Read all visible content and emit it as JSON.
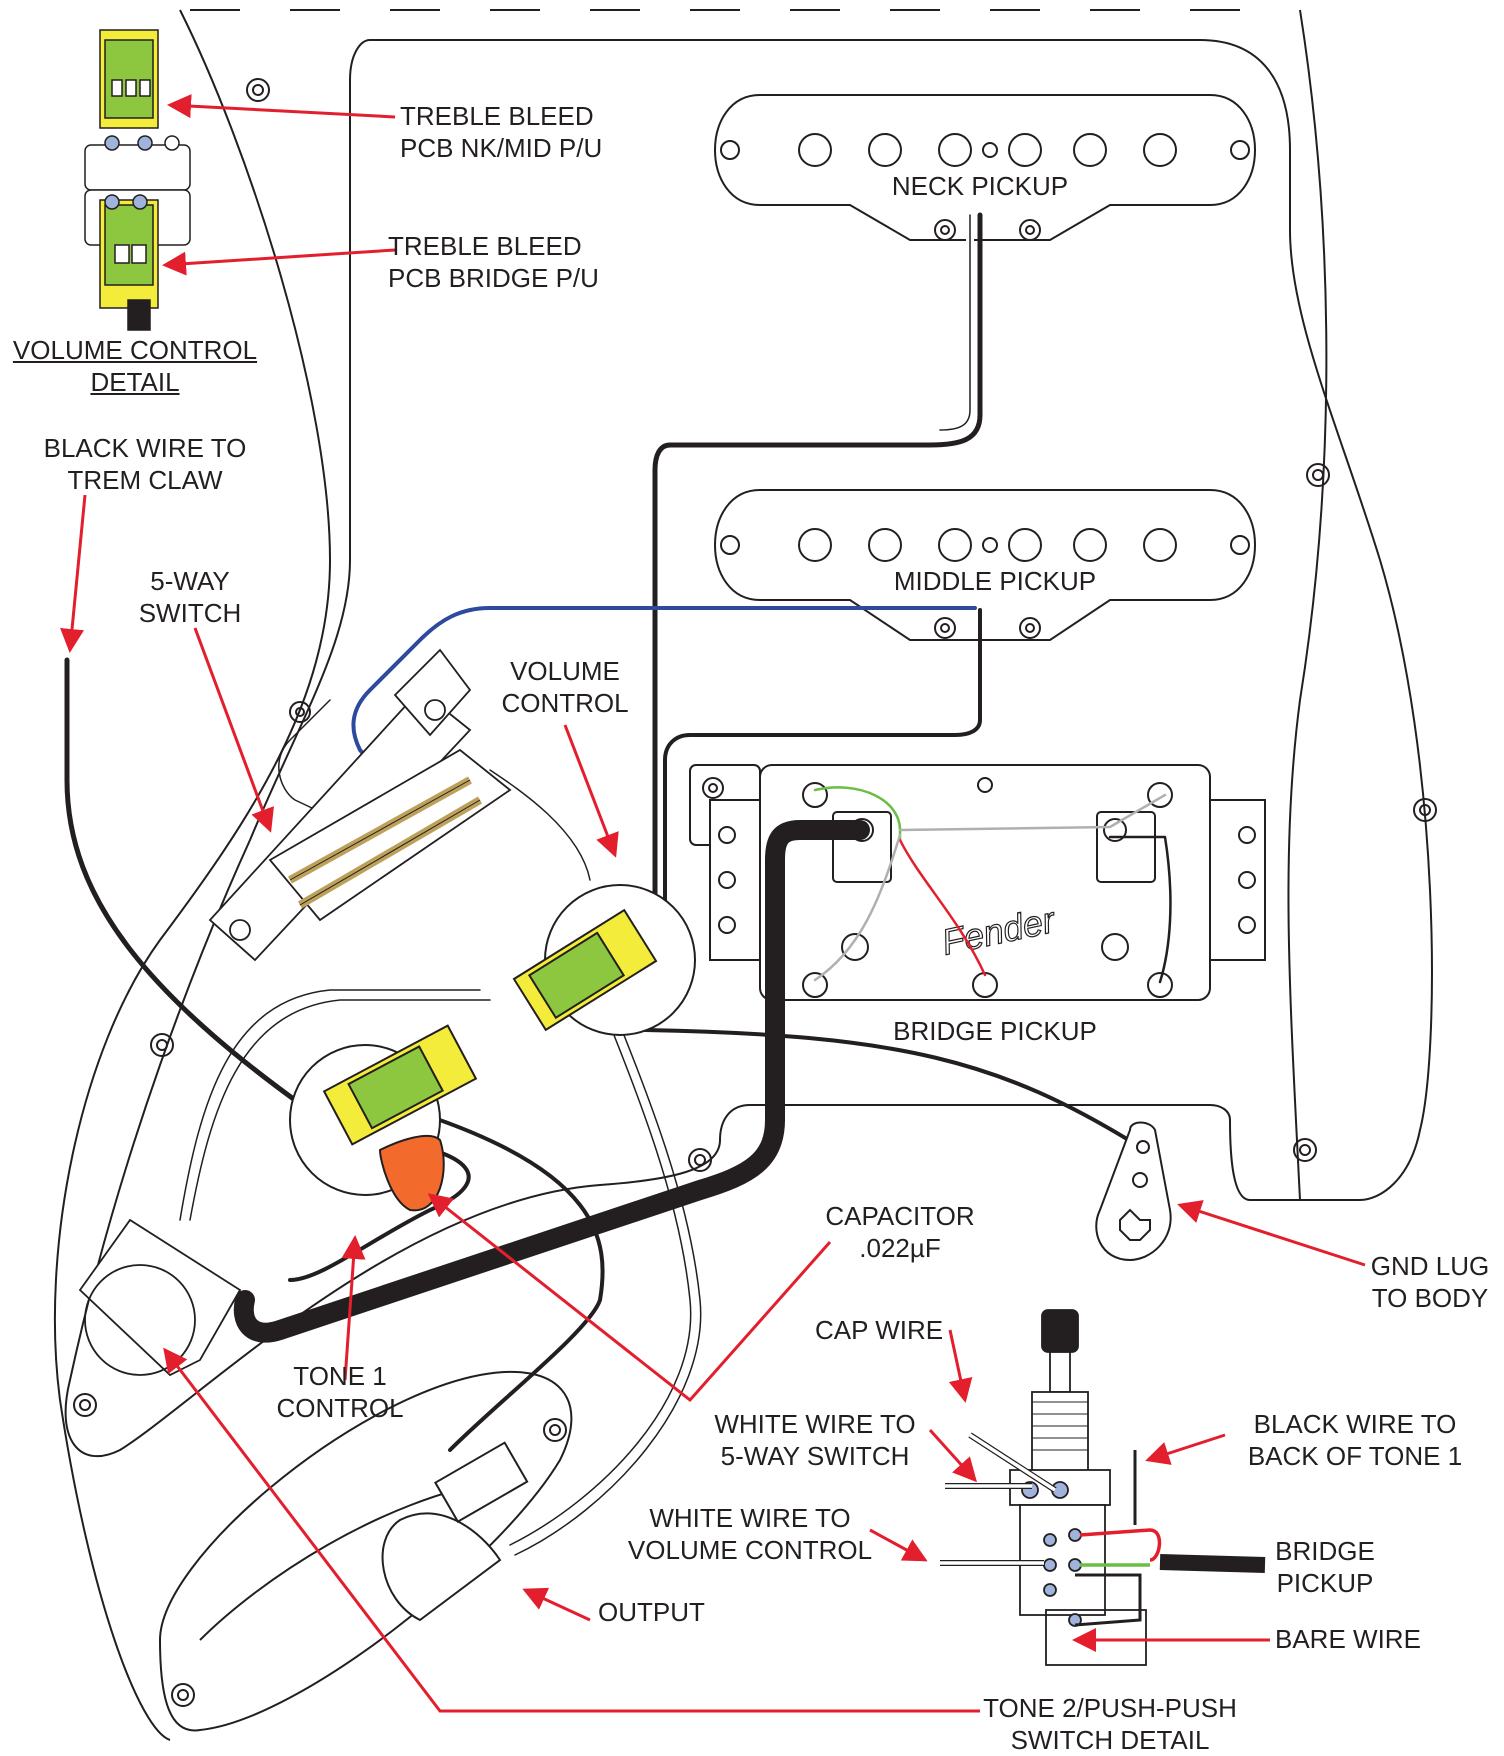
{
  "colors": {
    "wire_red": "#e31e2d",
    "wire_black": "#231f20",
    "wire_blue": "#2e4a9e",
    "wire_green": "#6abd45",
    "pcb_yellow": "#f3ec3a",
    "pcb_green": "#8dc63f",
    "capacitor": "#f26b2c",
    "solder_blue": "#9fb3dc"
  },
  "labels": {
    "treble_bleed_nk_mid": [
      "TREBLE BLEED",
      "PCB NK/MID P/U"
    ],
    "treble_bleed_bridge": [
      "TREBLE BLEED",
      "PCB BRIDGE P/U"
    ],
    "volume_control_detail": [
      "VOLUME CONTROL",
      "DETAIL"
    ],
    "black_wire_trem": [
      "BLACK WIRE TO",
      "TREM CLAW"
    ],
    "five_way_switch": [
      "5-WAY",
      "SWITCH"
    ],
    "volume_control": [
      "VOLUME",
      "CONTROL"
    ],
    "neck_pickup": "NECK PICKUP",
    "middle_pickup": "MIDDLE PICKUP",
    "bridge_pickup": "BRIDGE PICKUP",
    "capacitor": [
      "CAPACITOR",
      ".022µF"
    ],
    "gnd_lug": [
      "GND LUG",
      "TO BODY"
    ],
    "cap_wire": "CAP WIRE",
    "tone1_control": [
      "TONE 1",
      "CONTROL"
    ],
    "white_wire_5way": [
      "WHITE WIRE TO",
      "5-WAY SWITCH"
    ],
    "black_wire_back_tone1": [
      "BLACK WIRE TO",
      "BACK OF TONE 1"
    ],
    "white_wire_volume": [
      "WHITE WIRE TO",
      "VOLUME CONTROL"
    ],
    "bridge_pickup_wire": [
      "BRIDGE",
      "PICKUP"
    ],
    "bare_wire": "BARE WIRE",
    "output": "OUTPUT",
    "tone2_detail": [
      "TONE 2/PUSH-PUSH",
      "SWITCH DETAIL"
    ]
  }
}
